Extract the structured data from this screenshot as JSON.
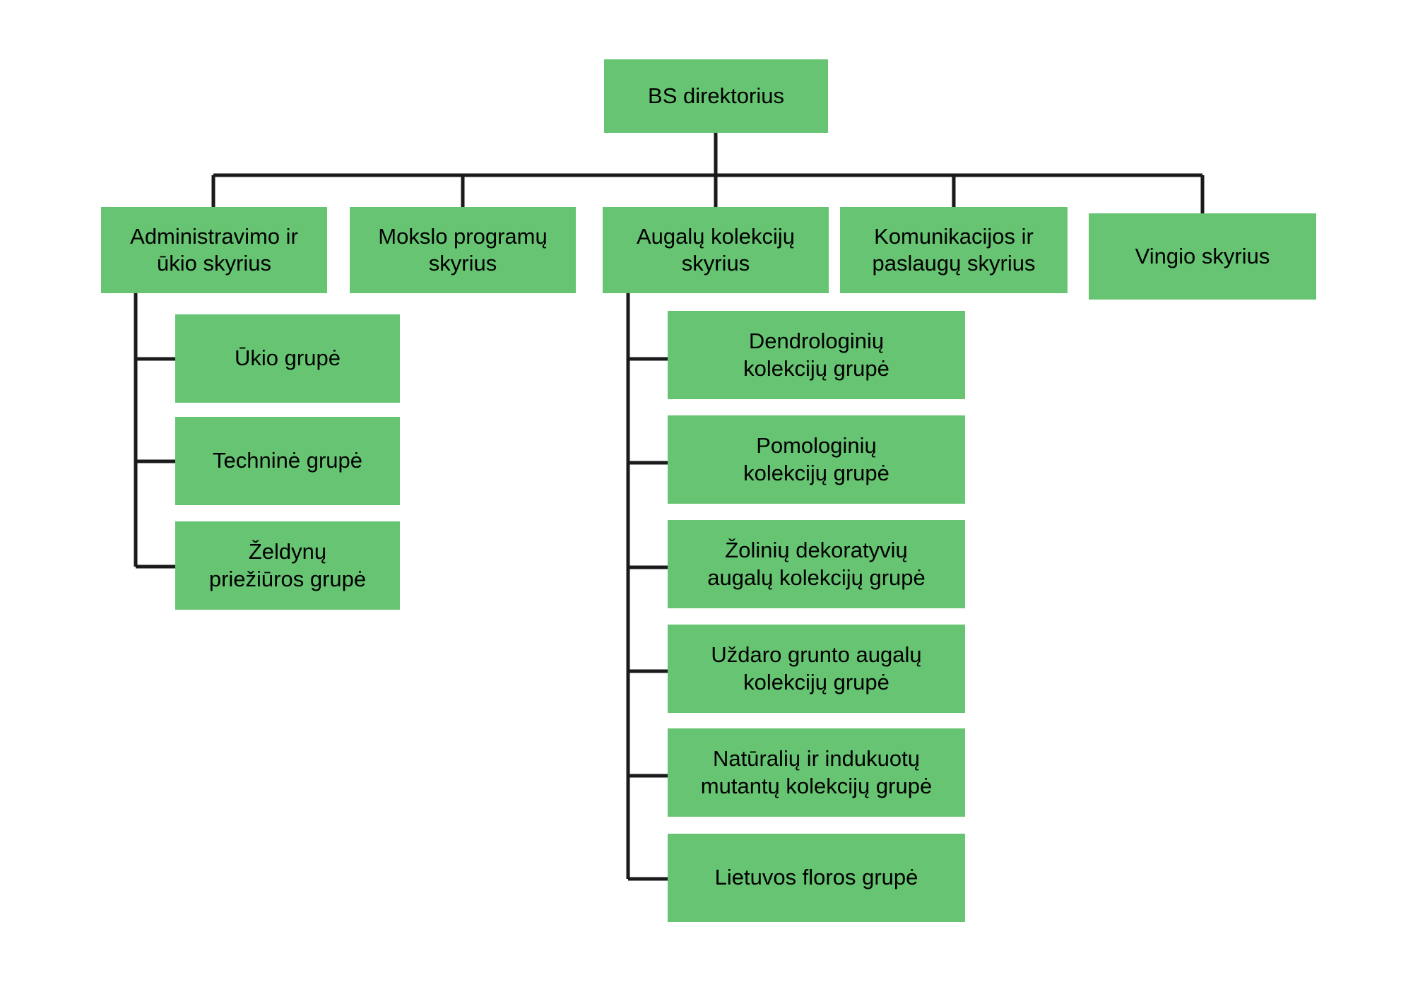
{
  "theme": {
    "box_fill": "#66C472",
    "line_color": "#1a1a1a",
    "text_color": "#000000",
    "background": "#ffffff"
  },
  "org_chart": {
    "type": "org-tree",
    "root": {
      "label": "BS direktorius"
    },
    "departments": [
      {
        "label": "Administravimo ir\nūkio skyrius"
      },
      {
        "label": "Mokslo programų\nskyrius"
      },
      {
        "label": "Augalų kolekcijų\nskyrius"
      },
      {
        "label": "Komunikacijos ir\npaslaugų skyrius"
      },
      {
        "label": "Vingio skyrius"
      }
    ],
    "admin_groups": [
      {
        "label": "Ūkio grupė"
      },
      {
        "label": "Techninė grupė"
      },
      {
        "label": "Želdynų\npriežiūros grupė"
      }
    ],
    "plant_groups": [
      {
        "label": "Dendrologinių\nkolekcijų grupė"
      },
      {
        "label": "Pomologinių\nkolekcijų grupė"
      },
      {
        "label": "Žolinių dekoratyvių\naugalų kolekcijų grupė"
      },
      {
        "label": "Uždaro grunto augalų\nkolekcijų grupė"
      },
      {
        "label": "Natūralių ir indukuotų\nmutantų kolekcijų grupė"
      },
      {
        "label": "Lietuvos floros grupė"
      }
    ]
  }
}
